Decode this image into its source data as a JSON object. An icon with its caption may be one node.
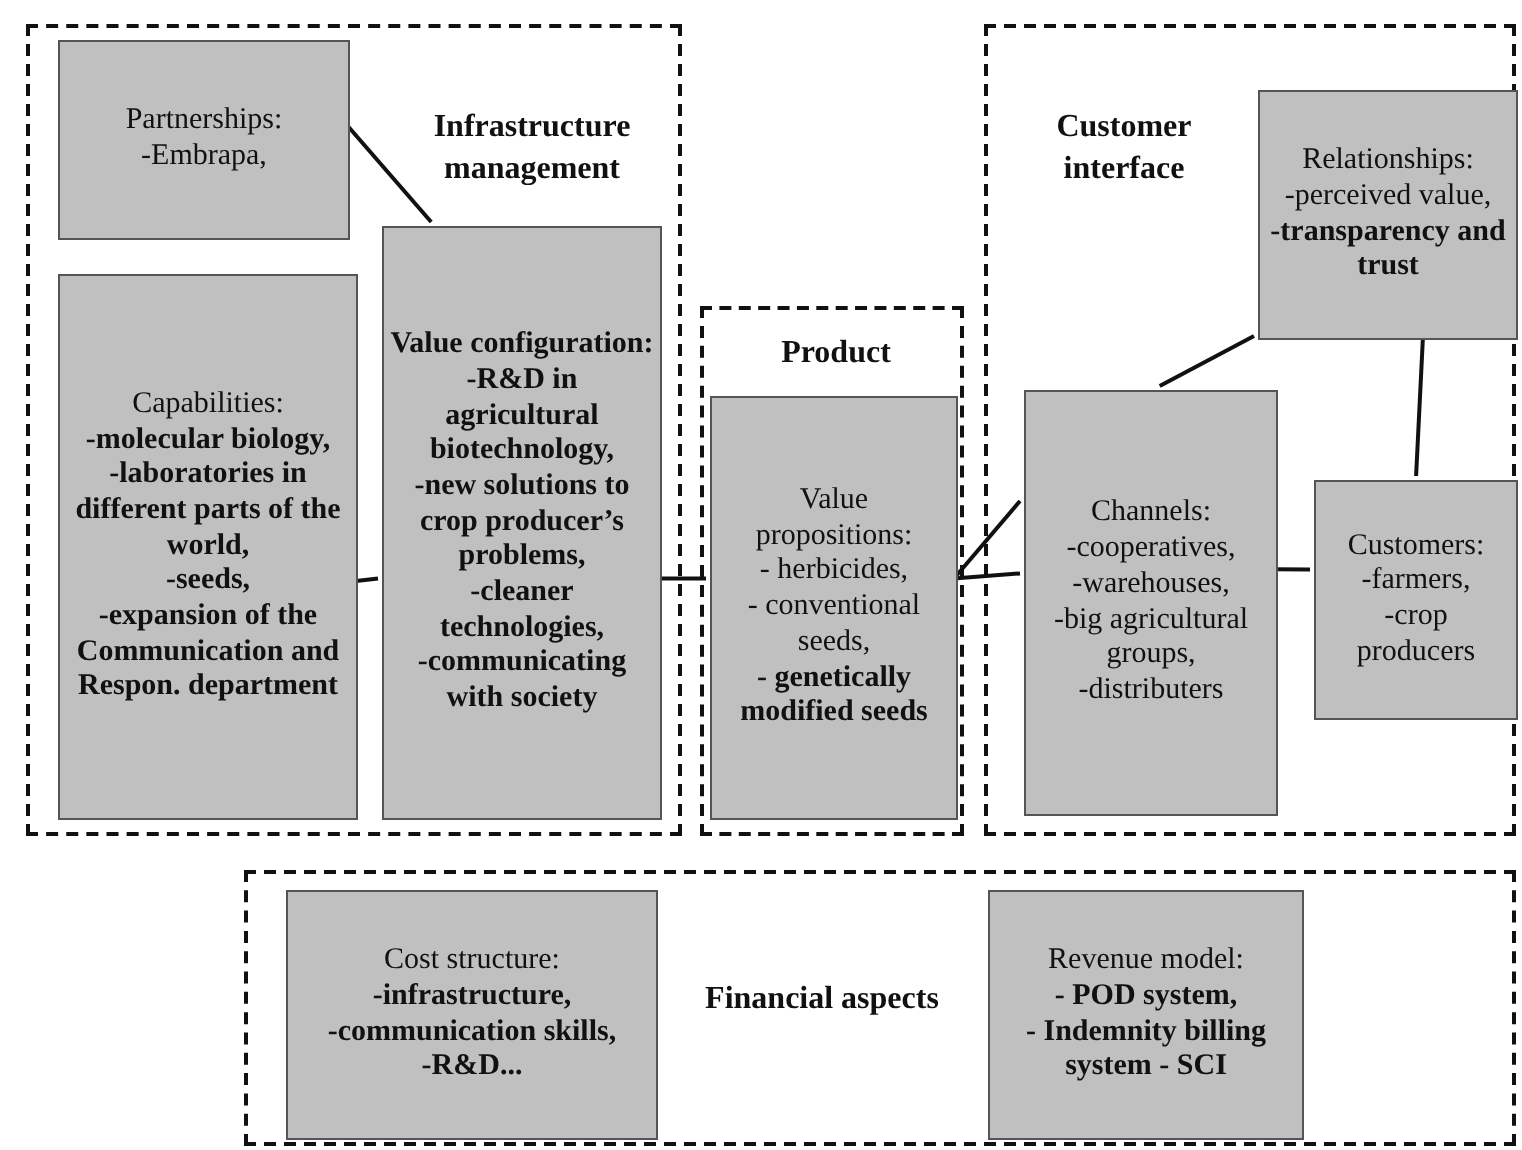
{
  "diagram": {
    "nodes": [
      {
        "text": [
          "Infrastructure management"
        ]
      },
      {
        "text": [
          "Partnerships:",
          "-Embrapa,"
        ],
        "in": 0
      },
      {
        "text": [
          "Capabilities:",
          "**-molecular biology,**",
          "**-laboratories in different parts of the world,**",
          "**-seeds,**",
          "**-expansion of the Communication and Respon. department**"
        ],
        "in": 0
      },
      {
        "text": [
          "**Value configuration:**",
          "**-R&D in agricultural biotechnology,**",
          "**-new solutions to crop producer’s problems,**",
          "**-cleaner technologies,**",
          "**-communicating with society**"
        ],
        "in": 0
      },
      {
        "text": [
          "Product"
        ]
      },
      {
        "text": [
          "Value propositions:",
          "- herbicides,",
          "- conventional seeds,",
          "**- genetically modified seeds**"
        ],
        "in": 4
      },
      {
        "text": [
          "Customer interface"
        ]
      },
      {
        "text": [
          "Relationships:",
          "-perceived value,",
          "**-transparency and trust**"
        ],
        "in": 6
      },
      {
        "text": [
          "Channels:",
          "-cooperatives,",
          "-warehouses,",
          "-big agricultural groups,",
          "-distributers"
        ],
        "in": 6
      },
      {
        "text": [
          "Customers:",
          "-farmers,",
          "-crop producers"
        ],
        "in": 6
      },
      {
        "text": [
          "Financial aspects"
        ]
      },
      {
        "text": [
          "Cost structure:",
          "**-infrastructure,**",
          "**-communication skills,**",
          "**-R&D...**"
        ],
        "in": 10
      },
      {
        "text": [
          "Revenue model:",
          "**- POD system,**",
          "**- Indemnity billing system - SCI**"
        ],
        "in": 10
      }
    ],
    "edges": [
      {
        "from": 1,
        "to": 3,
        "arrow": "none"
      },
      {
        "from": 2,
        "to": 3,
        "arrow": "none"
      },
      {
        "from": 3,
        "to": 5,
        "arrow": "none"
      },
      {
        "from": 5,
        "to": 8,
        "arrow": "none"
      },
      {
        "from": 5,
        "to": 8,
        "arrow": "none"
      },
      {
        "from": 8,
        "to": 7,
        "arrow": "none"
      },
      {
        "from": 7,
        "to": 9,
        "arrow": "none"
      },
      {
        "from": 8,
        "to": 9,
        "arrow": "none"
      }
    ]
  }
}
